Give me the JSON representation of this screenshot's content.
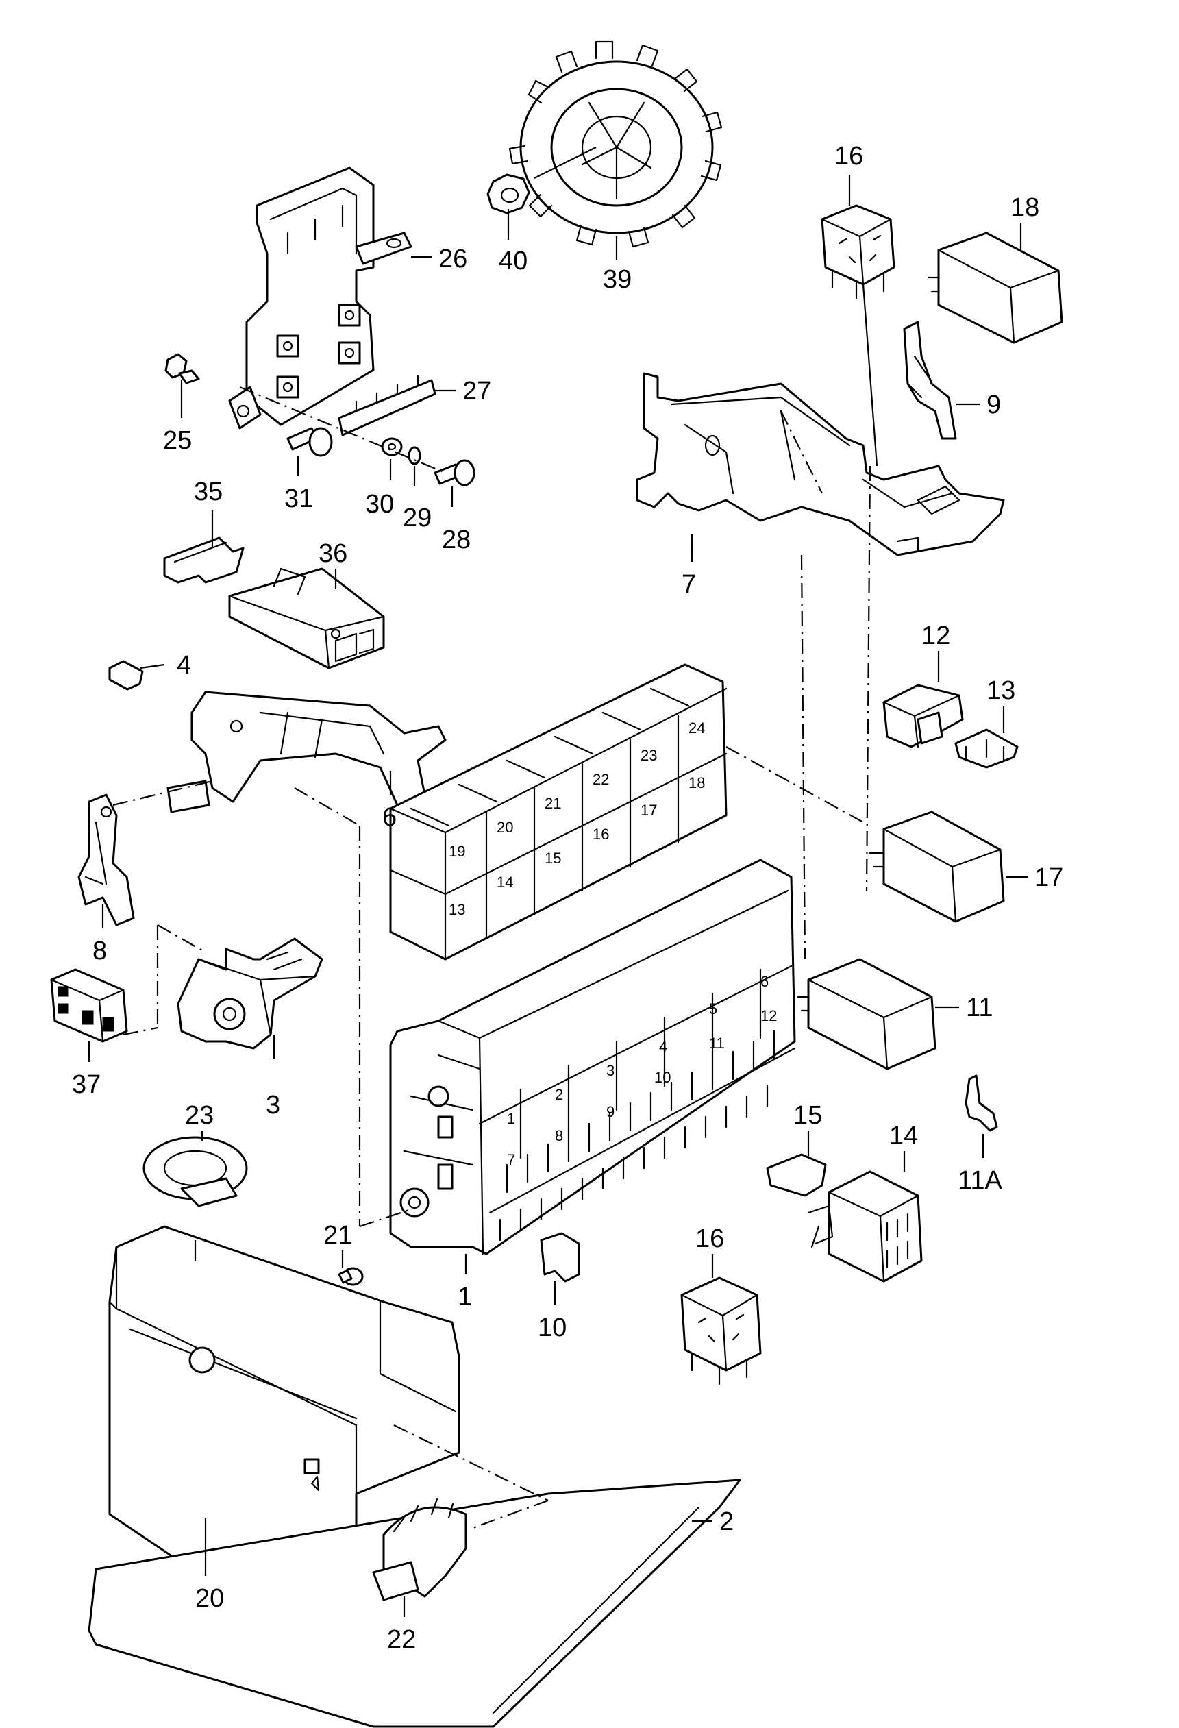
{
  "callouts": [
    {
      "id": "16a",
      "label": "16"
    },
    {
      "id": "18",
      "label": "18"
    },
    {
      "id": "40",
      "label": "40"
    },
    {
      "id": "39",
      "label": "39"
    },
    {
      "id": "26",
      "label": "26"
    },
    {
      "id": "27",
      "label": "27"
    },
    {
      "id": "25",
      "label": "25"
    },
    {
      "id": "31",
      "label": "31"
    },
    {
      "id": "30",
      "label": "30"
    },
    {
      "id": "29",
      "label": "29"
    },
    {
      "id": "28",
      "label": "28"
    },
    {
      "id": "9",
      "label": "9"
    },
    {
      "id": "7",
      "label": "7"
    },
    {
      "id": "35",
      "label": "35"
    },
    {
      "id": "36",
      "label": "36"
    },
    {
      "id": "4",
      "label": "4"
    },
    {
      "id": "6",
      "label": "6"
    },
    {
      "id": "12",
      "label": "12"
    },
    {
      "id": "13",
      "label": "13"
    },
    {
      "id": "17",
      "label": "17"
    },
    {
      "id": "8",
      "label": "8"
    },
    {
      "id": "11",
      "label": "11"
    },
    {
      "id": "37",
      "label": "37"
    },
    {
      "id": "3",
      "label": "3"
    },
    {
      "id": "11A",
      "label": "11A"
    },
    {
      "id": "23",
      "label": "23"
    },
    {
      "id": "15",
      "label": "15"
    },
    {
      "id": "14",
      "label": "14"
    },
    {
      "id": "21",
      "label": "21"
    },
    {
      "id": "1",
      "label": "1"
    },
    {
      "id": "10",
      "label": "10"
    },
    {
      "id": "16b",
      "label": "16"
    },
    {
      "id": "2",
      "label": "2"
    },
    {
      "id": "20",
      "label": "20"
    },
    {
      "id": "22",
      "label": "22"
    }
  ],
  "relay_slots": [
    "24",
    "23",
    "22",
    "21",
    "20",
    "19",
    "18",
    "17",
    "16",
    "15",
    "14",
    "13"
  ],
  "fuse_slots": [
    "1",
    "2",
    "3",
    "4",
    "5",
    "6",
    "7",
    "8",
    "9",
    "10",
    "11",
    "12"
  ]
}
